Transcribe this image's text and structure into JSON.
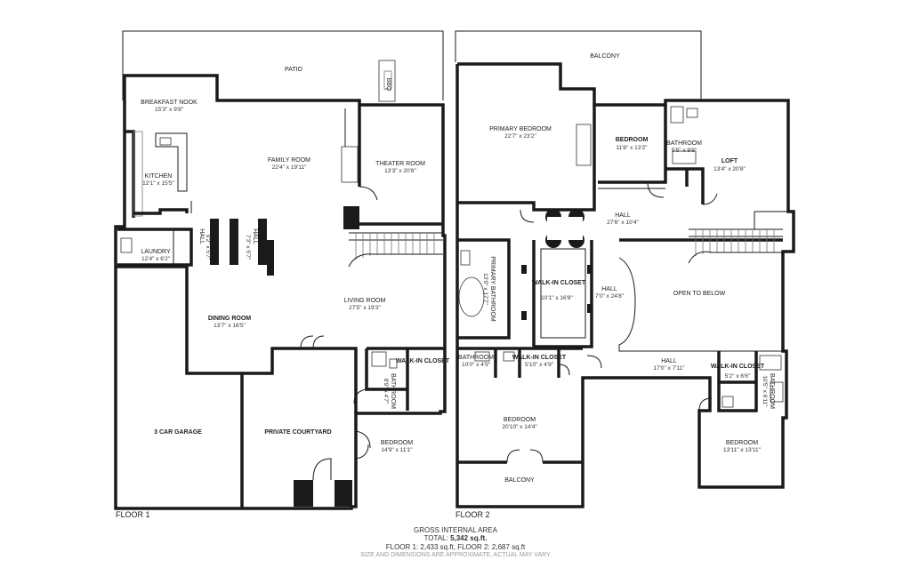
{
  "floor1": {
    "label": "FLOOR 1",
    "rooms": [
      {
        "id": "patio",
        "name": "PATIO",
        "dims": ""
      },
      {
        "id": "bbq",
        "name": "BBQ",
        "dims": ""
      },
      {
        "id": "breakfast-nook",
        "name": "BREAKFAST NOOK",
        "dims": "15'3\" x 9'8\""
      },
      {
        "id": "kitchen",
        "name": "KITCHEN",
        "dims": "12'1\" x 15'5\""
      },
      {
        "id": "family-room",
        "name": "FAMILY ROOM",
        "dims": "22'4\" x 19'11\""
      },
      {
        "id": "theater-room",
        "name": "THEATER ROOM",
        "dims": "13'3\" x 20'8\""
      },
      {
        "id": "laundry",
        "name": "LAUNDRY",
        "dims": "12'4\" x 6'2\""
      },
      {
        "id": "hall-a",
        "name": "HALL",
        "dims": "9'2\" x 5'7\""
      },
      {
        "id": "hall-b",
        "name": "HALL",
        "dims": "7'3\" x 5'7\""
      },
      {
        "id": "dining-room",
        "name": "DINING ROOM",
        "dims": "13'7\" x 16'5\""
      },
      {
        "id": "living-room",
        "name": "LIVING ROOM",
        "dims": "27'5\" x 19'3\""
      },
      {
        "id": "walk-in-closet",
        "name": "WALK-IN CLOSET",
        "dims": ""
      },
      {
        "id": "bathroom",
        "name": "BATHROOM",
        "dims": "8'9\" x 4'7\""
      },
      {
        "id": "garage",
        "name": "3 CAR GARAGE",
        "dims": ""
      },
      {
        "id": "courtyard",
        "name": "PRIVATE COURTYARD",
        "dims": ""
      },
      {
        "id": "bedroom",
        "name": "BEDROOM",
        "dims": "14'9\" x 11'1\""
      }
    ]
  },
  "floor2": {
    "label": "FLOOR 2",
    "rooms": [
      {
        "id": "balcony-top",
        "name": "BALCONY",
        "dims": ""
      },
      {
        "id": "primary-bedroom",
        "name": "PRIMARY BEDROOM",
        "dims": "22'7\" x 23'2\""
      },
      {
        "id": "bedroom-a",
        "name": "BEDROOM",
        "dims": "11'6\" x 13'2\""
      },
      {
        "id": "bathroom-a",
        "name": "BATHROOM",
        "dims": "5'5\" x 9'9\""
      },
      {
        "id": "loft",
        "name": "LOFT",
        "dims": "13'4\" x 20'8\""
      },
      {
        "id": "hall-top",
        "name": "HALL",
        "dims": "27'6\" x 10'4\""
      },
      {
        "id": "primary-bathroom",
        "name": "PRIMARY BATHROOM",
        "dims": "13'0\" x 17'7\""
      },
      {
        "id": "walk-in-closet-main",
        "name": "WALK-IN CLOSET",
        "dims": "10'1\" x 16'8\""
      },
      {
        "id": "hall-mid",
        "name": "HALL",
        "dims": "7'0\" x 24'8\""
      },
      {
        "id": "open-to-below",
        "name": "OPEN TO BELOW",
        "dims": ""
      },
      {
        "id": "bathroom-b",
        "name": "BATHROOM",
        "dims": "10'0\" x 4'9\""
      },
      {
        "id": "walk-in-closet-b",
        "name": "WALK-IN CLOSET",
        "dims": "5'10\" x 4'9\""
      },
      {
        "id": "hall-bottom",
        "name": "HALL",
        "dims": "17'0\" x 7'11\""
      },
      {
        "id": "walk-in-closet-c",
        "name": "WALK-IN CLOSET",
        "dims": "5'2\" x 6'6\""
      },
      {
        "id": "bathroom-c",
        "name": "BATHROOM",
        "dims": "10'5\" x 6'11\""
      },
      {
        "id": "bedroom-b",
        "name": "BEDROOM",
        "dims": "20'10\" x 14'4\""
      },
      {
        "id": "balcony-bottom",
        "name": "BALCONY",
        "dims": ""
      },
      {
        "id": "bedroom-c",
        "name": "BEDROOM",
        "dims": "13'11\" x 13'11\""
      }
    ]
  },
  "footer": {
    "heading": "GROSS INTERNAL AREA",
    "total_label": "TOTAL:",
    "total_value": "5,342 sq.ft.",
    "floors_line": "FLOOR 1: 2,433 sq.ft, FLOOR 2: 2,687 sq.ft",
    "disclaimer": "SIZE AND DIMENSIONS ARE APPROXIMATE, ACTUAL MAY VARY"
  }
}
